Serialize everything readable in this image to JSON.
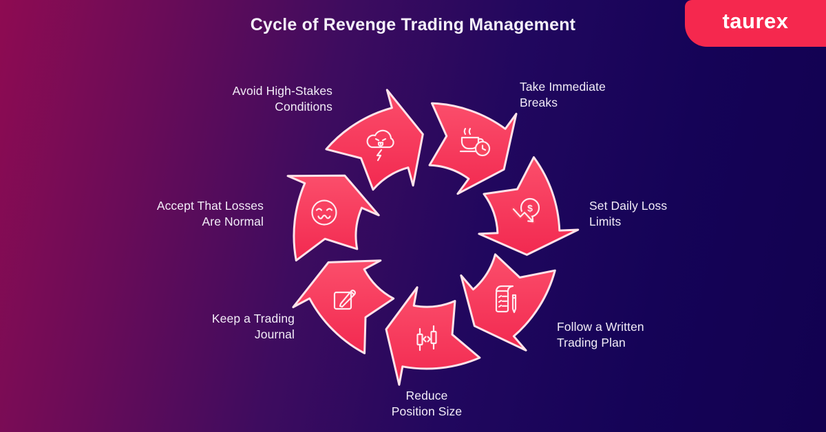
{
  "title": "Cycle of Revenge Trading Management",
  "brand": {
    "logo_text": "taurex",
    "badge_color": "#F5284E"
  },
  "colors": {
    "background_left": "#8E0B52",
    "background_right": "#120150",
    "arrow_fill_top": "#FB4E6B",
    "arrow_fill_bottom": "#F22950",
    "arrow_outline": "#FFE3EA",
    "icon_stroke": "#FFE9EF",
    "label_text": "#F3EDF8"
  },
  "cycle": {
    "direction": "clockwise",
    "steps": [
      {
        "id": "avoid-high-stakes",
        "label_line1": "Avoid High-Stakes",
        "label_line2": "Conditions",
        "icon": "storm-cloud-icon"
      },
      {
        "id": "take-immediate-breaks",
        "label_line1": "Take Immediate",
        "label_line2": "Breaks",
        "icon": "coffee-clock-icon"
      },
      {
        "id": "set-daily-loss-limits",
        "label_line1": "Set Daily Loss",
        "label_line2": "Limits",
        "icon": "dollar-down-arrow-icon"
      },
      {
        "id": "follow-written-plan",
        "label_line1": "Follow a Written",
        "label_line2": "Trading Plan",
        "icon": "notepad-pen-icon"
      },
      {
        "id": "reduce-position-size",
        "label_line1": "Reduce",
        "label_line2": "Position Size",
        "icon": "candlestick-compress-icon"
      },
      {
        "id": "keep-trading-journal",
        "label_line1": "Keep a Trading",
        "label_line2": "Journal",
        "icon": "edit-square-pen-icon"
      },
      {
        "id": "accept-losses-normal",
        "label_line1": "Accept That Losses",
        "label_line2": "Are Normal",
        "icon": "sad-face-icon"
      }
    ]
  }
}
